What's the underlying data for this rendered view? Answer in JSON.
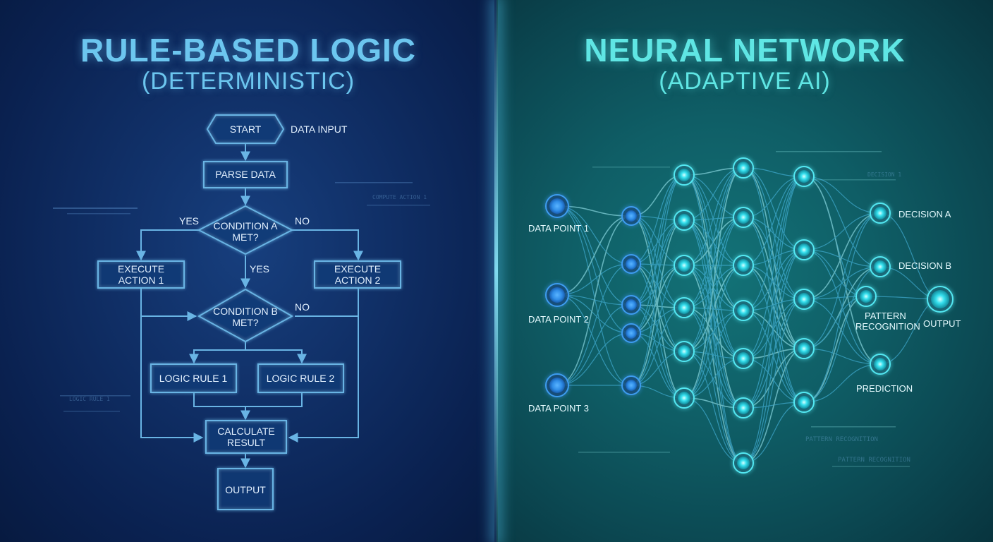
{
  "left": {
    "title": "RULE-BASED LOGIC",
    "subtitle": "(DETERMINISTIC)",
    "flow": {
      "start": "START",
      "data_input": "DATA INPUT",
      "parse": "PARSE DATA",
      "cond_a": [
        "CONDITION A",
        "MET?"
      ],
      "yes": "YES",
      "no": "NO",
      "action1": [
        "EXECUTE",
        "ACTION 1"
      ],
      "action2": [
        "EXECUTE",
        "ACTION 2"
      ],
      "cond_b": [
        "CONDITION B",
        "MET?"
      ],
      "rule1": "LOGIC RULE 1",
      "rule2": "LOGIC RULE 2",
      "calc": [
        "CALCULATE",
        "RESULT"
      ],
      "output": "OUTPUT"
    },
    "decor": [
      "COMPUTE ACTION 1",
      "LOGIC RULE 1"
    ]
  },
  "right": {
    "title": "NEURAL NETWORK",
    "subtitle": "(ADAPTIVE AI)",
    "inputs": [
      "DATA POINT 1",
      "DATA POINT 2",
      "DATA POINT 3"
    ],
    "outputs": [
      "DECISION A",
      "DECISION B",
      "PREDICTION",
      "OUTPUT"
    ],
    "pattern": [
      "PATTERN",
      "RECOGNITION"
    ],
    "decor": [
      "DECISION 1",
      "PATTERN RECOGNITION",
      "PATTERN RECOGNITION"
    ]
  },
  "colors": {
    "flow_stroke": "#69b4e4",
    "node_blue": "#2f8de8",
    "node_cyan": "#35e0ee",
    "edge": "#4fc2f0"
  }
}
